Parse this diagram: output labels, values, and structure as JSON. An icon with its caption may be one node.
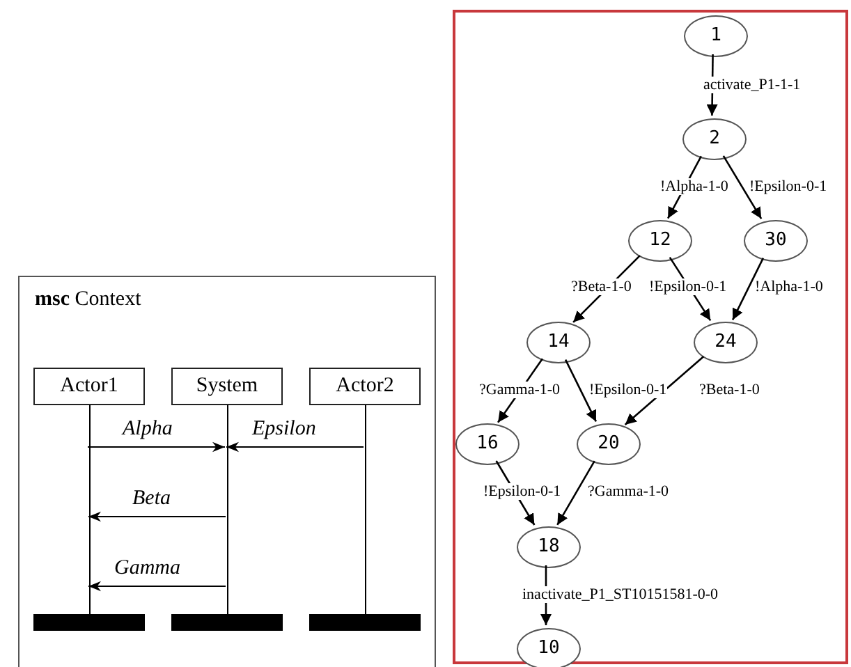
{
  "diagram": {
    "nodes": [
      {
        "text": [
          "**msc** Context"
        ]
      },
      {
        "text": [
          "Actor1"
        ],
        "in": 0
      },
      {
        "text": [
          "System"
        ],
        "in": 0
      },
      {
        "text": [
          "Actor2"
        ],
        "in": 0
      },
      {
        "text": [],
        "shape": "box"
      },
      {
        "text": [
          "1"
        ],
        "in": 4
      },
      {
        "text": [
          "2"
        ],
        "in": 4
      },
      {
        "text": [
          "12"
        ],
        "in": 4
      },
      {
        "text": [
          "30"
        ],
        "in": 4
      },
      {
        "text": [
          "14"
        ],
        "in": 4
      },
      {
        "text": [
          "24"
        ],
        "in": 4
      },
      {
        "text": [
          "16"
        ],
        "in": 4
      },
      {
        "text": [
          "20"
        ],
        "in": 4
      },
      {
        "text": [
          "18"
        ],
        "in": 4
      },
      {
        "text": [
          "10"
        ],
        "in": 4
      }
    ],
    "edges": [
      {
        "from": 1,
        "to": 2,
        "arrow": "to",
        "label": "Alpha"
      },
      {
        "from": 3,
        "to": 2,
        "arrow": "to",
        "label": "Epsilon"
      },
      {
        "from": 2,
        "to": 1,
        "arrow": "to",
        "label": "Beta"
      },
      {
        "from": 2,
        "to": 1,
        "arrow": "to",
        "label": "Gamma"
      },
      {
        "from": 5,
        "to": 6,
        "arrow": "to",
        "label": "activate_P1-1-1"
      },
      {
        "from": 6,
        "to": 7,
        "arrow": "to",
        "label": "!Alpha-1-0"
      },
      {
        "from": 6,
        "to": 8,
        "arrow": "to",
        "label": "!Epsilon-0-1"
      },
      {
        "from": 7,
        "to": 9,
        "arrow": "to",
        "label": "?Beta-1-0"
      },
      {
        "from": 7,
        "to": 10,
        "arrow": "to",
        "label": "!Epsilon-0-1"
      },
      {
        "from": 8,
        "to": 10,
        "arrow": "to",
        "label": "!Alpha-1-0"
      },
      {
        "from": 9,
        "to": 11,
        "arrow": "to",
        "label": "?Gamma-1-0"
      },
      {
        "from": 9,
        "to": 12,
        "arrow": "to",
        "label": "!Epsilon-0-1"
      },
      {
        "from": 10,
        "to": 12,
        "arrow": "to",
        "label": "?Beta-1-0"
      },
      {
        "from": 11,
        "to": 13,
        "arrow": "to",
        "label": "!Epsilon-0-1"
      },
      {
        "from": 12,
        "to": 13,
        "arrow": "to",
        "label": "?Gamma-1-0"
      },
      {
        "from": 13,
        "to": 14,
        "arrow": "to",
        "label": "inactivate_P1_ST10151581-0-0"
      }
    ]
  }
}
